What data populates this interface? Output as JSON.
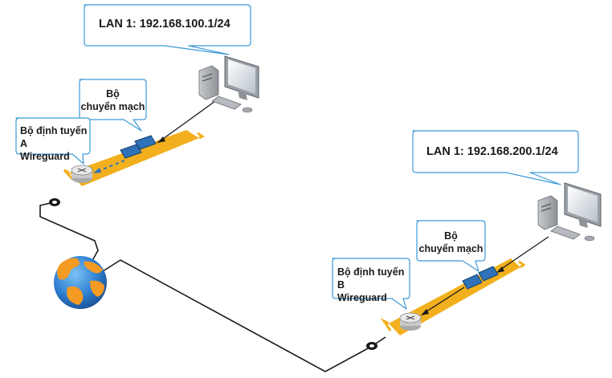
{
  "site_a": {
    "lan_label": "LAN 1: 192.168.100.1/24",
    "switch_label_line1": "Bộ",
    "switch_label_line2": "chuyển mạch",
    "router_label_line1": "Bộ định tuyến A",
    "router_label_line2": "Wireguard"
  },
  "site_b": {
    "lan_label": "LAN 1: 192.168.200.1/24",
    "switch_label_line1": "Bộ",
    "switch_label_line2": "chuyển mạch",
    "router_label_line1": "Bộ định tuyến B",
    "router_label_line2": "Wireguard"
  },
  "colors": {
    "platform": "#f2b01e",
    "callout_border": "#3d9ad6",
    "switch": "#2f72b8",
    "cable": "#1a1a1a",
    "globe_ocean": "#2e7fd1",
    "globe_land": "#f59a23"
  },
  "icons": [
    "computer-icon",
    "switch-icon",
    "router-icon",
    "globe-icon",
    "cable-connector-icon"
  ]
}
